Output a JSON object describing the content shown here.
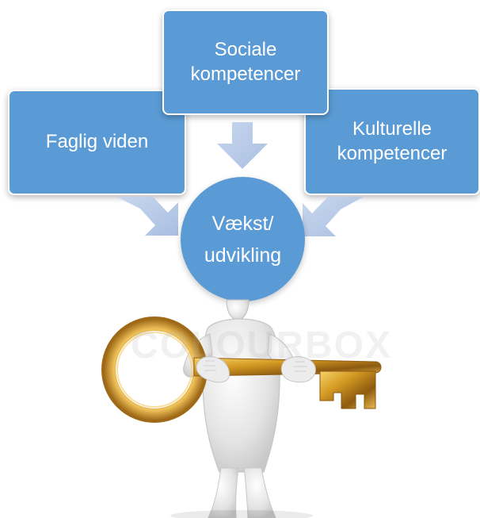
{
  "diagram": {
    "boxes": {
      "left": "Faglig viden",
      "top": "Sociale\nkompetencer",
      "right": "Kulturelle\nkompetencer"
    },
    "center": "Vækst/\nudvikling"
  },
  "watermark": {
    "text": "COLOURBOX"
  },
  "colors": {
    "box_fill": "#5b9bd5",
    "arrow_fill": "#b4c7e7",
    "key_gold": "#d09a28",
    "figure_gray": "#e8e8e8"
  },
  "icons": {
    "main_illustration": "person-holding-key-icon"
  }
}
